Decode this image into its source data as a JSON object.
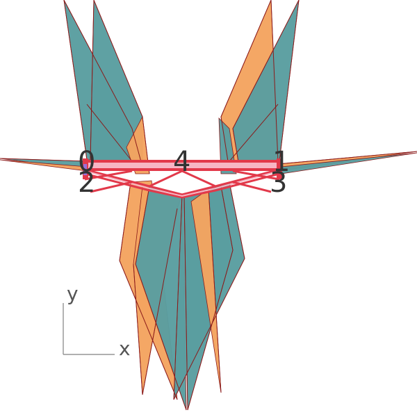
{
  "colors": {
    "teal": "#5a9ea0",
    "orange": "#f4a460",
    "edge": "#8b1a1a",
    "beam": "#e2394a",
    "beam_highlight": "#f7b6c4",
    "label": "#333333",
    "axis": "#808080"
  },
  "node_labels": {
    "n0": "0",
    "n1": "1",
    "n2": "2",
    "n3": "3",
    "n4": "4"
  },
  "axes": {
    "x_label": "x",
    "y_label": "y"
  }
}
